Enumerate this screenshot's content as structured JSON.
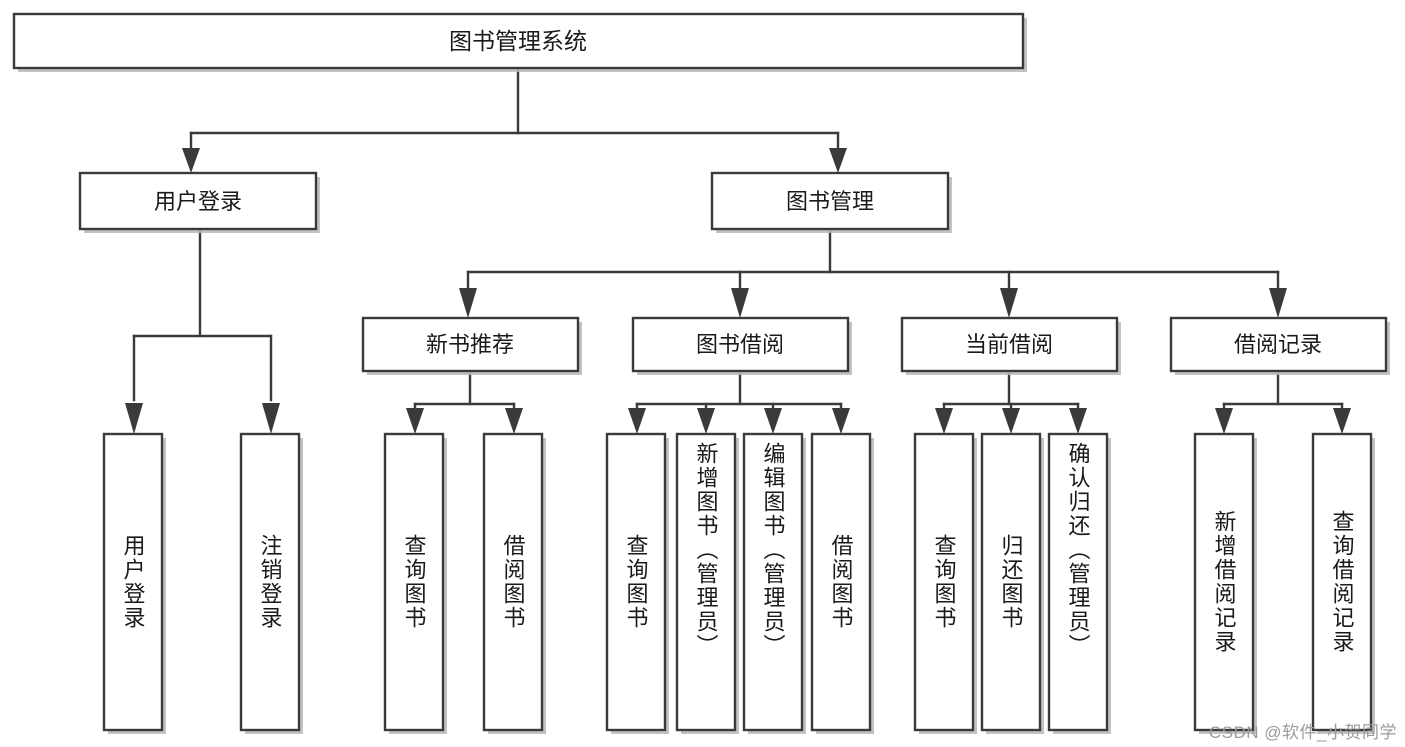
{
  "diagram": {
    "type": "tree-hierarchy-functional-decomposition",
    "title": "图书管理系统",
    "watermark": "CSDN @软件_小贺同学",
    "colors": {
      "background": "#ffffff",
      "box_stroke": "#3a3a3a",
      "box_fill": "#ffffff",
      "shadow": "#b9b9b9",
      "text": "#1a1a1a",
      "watermark_text": "#9b9b9b"
    },
    "levels": {
      "root": {
        "label": "图书管理系统"
      },
      "level2": [
        {
          "id": "user-login",
          "label": "用户登录"
        },
        {
          "id": "book-management",
          "label": "图书管理"
        }
      ],
      "level3": [
        {
          "id": "new-book-recommend",
          "label": "新书推荐",
          "parent": "book-management"
        },
        {
          "id": "book-borrow",
          "label": "图书借阅",
          "parent": "book-management"
        },
        {
          "id": "current-borrow",
          "label": "当前借阅",
          "parent": "book-management"
        },
        {
          "id": "borrow-record",
          "label": "借阅记录",
          "parent": "book-management"
        }
      ],
      "leaves": [
        {
          "id": "leaf-user-login",
          "label": "用户登录",
          "parent": "user-login"
        },
        {
          "id": "leaf-user-logout",
          "label": "注销登录",
          "parent": "user-login"
        },
        {
          "id": "leaf-query-book-1",
          "label": "查询图书",
          "parent": "new-book-recommend"
        },
        {
          "id": "leaf-borrow-book-1",
          "label": "借阅图书",
          "parent": "new-book-recommend"
        },
        {
          "id": "leaf-query-book-2",
          "label": "查询图书",
          "parent": "book-borrow"
        },
        {
          "id": "leaf-add-book",
          "label": "新增图书（管理员）",
          "parent": "book-borrow"
        },
        {
          "id": "leaf-edit-book",
          "label": "编辑图书（管理员）",
          "parent": "book-borrow"
        },
        {
          "id": "leaf-borrow-book-2",
          "label": "借阅图书",
          "parent": "book-borrow"
        },
        {
          "id": "leaf-query-book-3",
          "label": "查询图书",
          "parent": "current-borrow"
        },
        {
          "id": "leaf-return-book",
          "label": "归还图书",
          "parent": "current-borrow"
        },
        {
          "id": "leaf-confirm-return",
          "label": "确认归还（管理员）",
          "parent": "current-borrow"
        },
        {
          "id": "leaf-add-record",
          "label": "新增借阅记录",
          "parent": "borrow-record"
        },
        {
          "id": "leaf-query-record",
          "label": "查询借阅记录",
          "parent": "borrow-record"
        }
      ]
    }
  }
}
